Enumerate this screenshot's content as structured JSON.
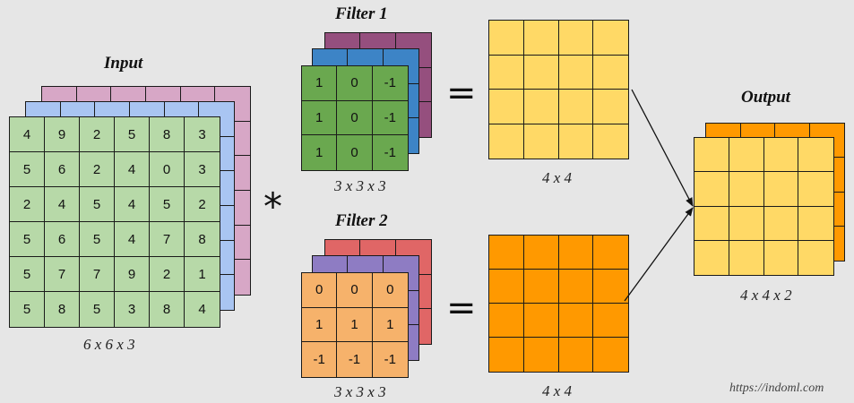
{
  "input": {
    "title": "Input",
    "dims": "6 x 6 x 3",
    "back_colors": [
      "#d7a7c6",
      "#a9c5f2"
    ],
    "front_color": "#b7d9a8",
    "front_values": [
      [
        "4",
        "9",
        "2",
        "5",
        "8",
        "3"
      ],
      [
        "5",
        "6",
        "2",
        "4",
        "0",
        "3"
      ],
      [
        "2",
        "4",
        "5",
        "4",
        "5",
        "2"
      ],
      [
        "5",
        "6",
        "5",
        "4",
        "7",
        "8"
      ],
      [
        "5",
        "7",
        "7",
        "9",
        "2",
        "1"
      ],
      [
        "5",
        "8",
        "5",
        "3",
        "8",
        "4"
      ]
    ]
  },
  "operator": {
    "convolve": "*",
    "equals": "="
  },
  "filter1": {
    "title": "Filter 1",
    "dims": "3 x 3 x 3",
    "back_colors": [
      "#954f7e",
      "#3d84c6"
    ],
    "front_color": "#6aa84f",
    "front_values": [
      [
        "1",
        "0",
        "-1"
      ],
      [
        "1",
        "0",
        "-1"
      ],
      [
        "1",
        "0",
        "-1"
      ]
    ]
  },
  "filter2": {
    "title": "Filter 2",
    "dims": "3 x 3 x 3",
    "back_colors": [
      "#e06666",
      "#8e7cc3"
    ],
    "front_color": "#f6b26b",
    "front_values": [
      [
        "0",
        "0",
        "0"
      ],
      [
        "1",
        "1",
        "1"
      ],
      [
        "-1",
        "-1",
        "-1"
      ]
    ]
  },
  "result1": {
    "dims": "4 x 4",
    "color": "#ffd966"
  },
  "result2": {
    "dims": "4 x 4",
    "color": "#ff9900"
  },
  "output": {
    "title": "Output",
    "dims": "4 x 4 x 2",
    "back_color": "#ff9900",
    "front_color": "#ffd966"
  },
  "credit": "https://indoml.com"
}
